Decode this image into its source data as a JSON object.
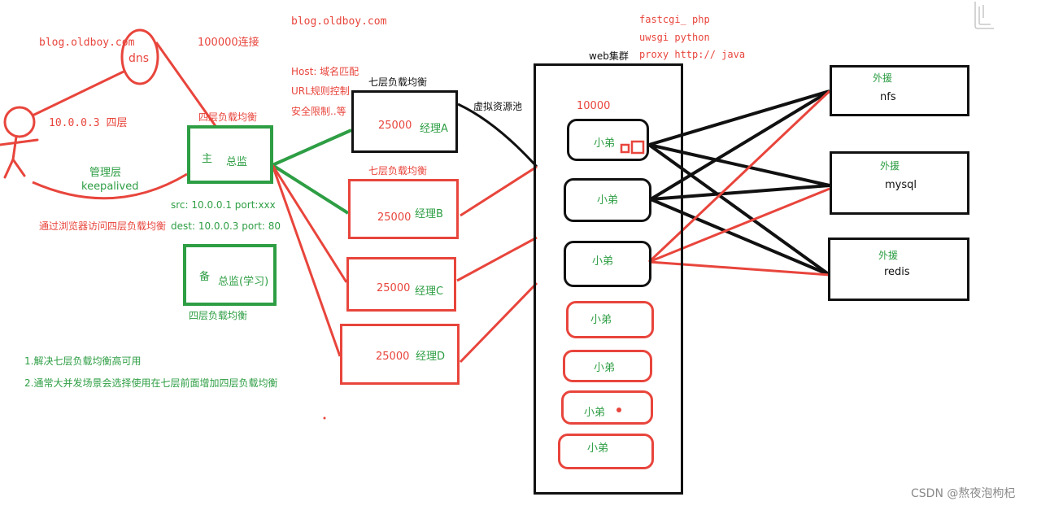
{
  "colors": {
    "red": "#e8453c",
    "green": "#2e9e44",
    "black": "#111111"
  },
  "client": {
    "dns_domain": "blog.oldboy.com",
    "dns": "dns",
    "ip_layer": "10.0.0.3 四层",
    "mgmt": "管理层",
    "keepalived": "keepalived",
    "browser_note": "通过浏览器访问四层负载均衡"
  },
  "top": {
    "connections": "100000连接",
    "domain": "blog.oldboy.com",
    "host_match": "Host: 域名匹配",
    "url_rule": "URL规则控制",
    "security": "安全限制..等",
    "seven_layer_lb": "七层负载均衡",
    "virtual_pool": "虚拟资源池"
  },
  "l4": {
    "title": "四层负载均衡",
    "master_main": "主",
    "master_role": "总监",
    "src": "src: 10.0.0.1   port:xxx",
    "dest": "dest: 10.0.0.3  port: 80",
    "backup_main": "备",
    "backup_role": "总监(学习)",
    "backup_title": "四层负载均衡"
  },
  "l7": {
    "title_b": "七层负载均衡",
    "managers": [
      {
        "conn": "25000",
        "name": "经理A"
      },
      {
        "conn": "25000",
        "name": "经理B"
      },
      {
        "conn": "25000",
        "name": "经理C"
      },
      {
        "conn": "25000",
        "name": "经理D"
      }
    ]
  },
  "notes": {
    "line1": "1.解决七层负载均衡高可用",
    "line2": "2.通常大并发场景会选择使用在七层前面增加四层负载均衡"
  },
  "web": {
    "cluster": "web集群",
    "count": "10000",
    "fastcgi": "fastcgi_   php",
    "uwsgi": "uwsgi     python",
    "proxy": "proxy  http://   java",
    "workers": [
      "小弟",
      "小弟",
      "小弟",
      "小弟",
      "小弟",
      "小弟",
      "小弟"
    ]
  },
  "backends": [
    {
      "tag": "外援",
      "name": "nfs"
    },
    {
      "tag": "外援",
      "name": "mysql"
    },
    {
      "tag": "外援",
      "name": "redis"
    }
  ],
  "watermark": "CSDN @熬夜泡枸杞",
  "corner_icon": "clipboard-icon"
}
